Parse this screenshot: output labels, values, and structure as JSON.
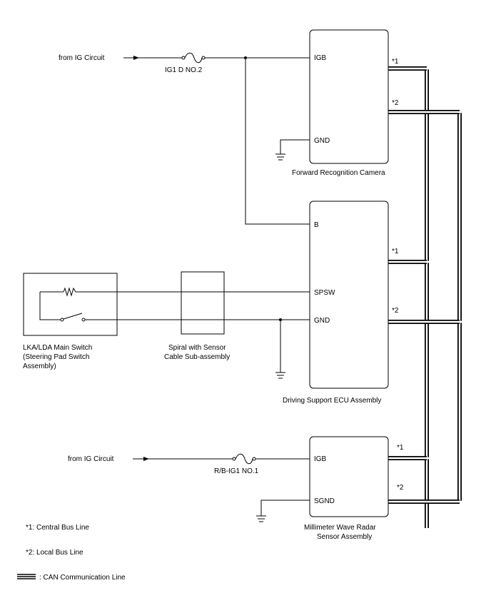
{
  "inputs": {
    "top": "from IG Circuit",
    "bottom": "from IG Circuit"
  },
  "fuses": {
    "top": "IG1 D NO.2",
    "bottom": "R/B-IG1 NO.1"
  },
  "components": {
    "camera": {
      "name": "Forward Recognition Camera",
      "pins": [
        "IGB",
        "GND"
      ]
    },
    "ecu": {
      "name": "Driving Support ECU Assembly",
      "pins": [
        "B",
        "SPSW",
        "GND"
      ]
    },
    "radar": {
      "name_line1": "Millimeter Wave Radar",
      "name_line2": "Sensor Assembly",
      "pins": [
        "IGB",
        "SGND"
      ]
    },
    "switch": {
      "name_line1": "LKA/LDA Main Switch",
      "name_line2": "(Steering Pad Switch",
      "name_line3": "Assembly)"
    },
    "spiral": {
      "name_line1": "Spiral with Sensor",
      "name_line2": "Cable Sub-assembly"
    }
  },
  "bus_marks": {
    "central": "*1",
    "local": "*2"
  },
  "legend": {
    "central": "*1: Central Bus Line",
    "local": "*2: Local Bus Line",
    "can": ": CAN Communication Line"
  }
}
